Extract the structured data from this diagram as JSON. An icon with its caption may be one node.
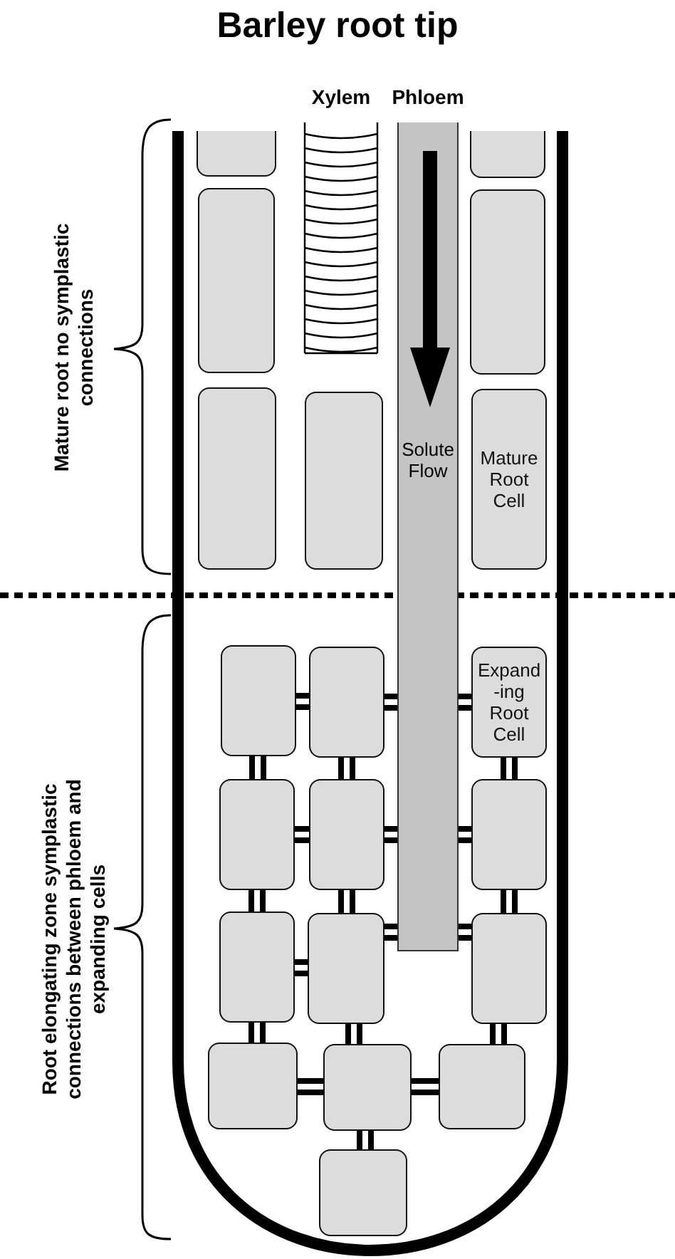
{
  "diagram": {
    "title": "Barley root tip",
    "nodes": [
      {
        "text": [
          "Xylem"
        ]
      },
      {
        "text": [
          "Phloem",
          "Solute Flow"
        ]
      },
      {
        "text": [],
        "shape": "box"
      },
      {
        "text": [],
        "shape": "box"
      },
      {
        "text": [],
        "shape": "box"
      },
      {
        "text": [],
        "shape": "box"
      },
      {
        "text": [],
        "shape": "box"
      },
      {
        "text": [],
        "shape": "box"
      },
      {
        "text": [
          "Mature Root Cell"
        ]
      },
      {
        "text": [],
        "shape": "box"
      },
      {
        "text": [],
        "shape": "box"
      },
      {
        "text": [
          "Expand -ing Root Cell"
        ]
      },
      {
        "text": [],
        "shape": "box"
      },
      {
        "text": [],
        "shape": "box"
      },
      {
        "text": [],
        "shape": "box"
      },
      {
        "text": [],
        "shape": "box"
      },
      {
        "text": [],
        "shape": "box"
      },
      {
        "text": [],
        "shape": "box"
      },
      {
        "text": [],
        "shape": "box"
      },
      {
        "text": [],
        "shape": "box"
      },
      {
        "text": [],
        "shape": "box"
      },
      {
        "text": [],
        "shape": "box"
      }
    ],
    "edges": [
      {
        "from": 9,
        "to": 10,
        "arrow": "none"
      },
      {
        "from": 10,
        "to": 1,
        "arrow": "none"
      },
      {
        "from": 1,
        "to": 11,
        "arrow": "none"
      },
      {
        "from": 9,
        "to": 12,
        "arrow": "none"
      },
      {
        "from": 10,
        "to": 13,
        "arrow": "none"
      },
      {
        "from": 11,
        "to": 14,
        "arrow": "none"
      },
      {
        "from": 12,
        "to": 13,
        "arrow": "none"
      },
      {
        "from": 13,
        "to": 1,
        "arrow": "none"
      },
      {
        "from": 1,
        "to": 14,
        "arrow": "none"
      },
      {
        "from": 12,
        "to": 15,
        "arrow": "none"
      },
      {
        "from": 13,
        "to": 16,
        "arrow": "none"
      },
      {
        "from": 14,
        "to": 17,
        "arrow": "none"
      },
      {
        "from": 15,
        "to": 16,
        "arrow": "none"
      },
      {
        "from": 16,
        "to": 1,
        "arrow": "none"
      },
      {
        "from": 1,
        "to": 17,
        "arrow": "none"
      },
      {
        "from": 15,
        "to": 18,
        "arrow": "none"
      },
      {
        "from": 16,
        "to": 19,
        "arrow": "none"
      },
      {
        "from": 17,
        "to": 20,
        "arrow": "none"
      },
      {
        "from": 18,
        "to": 19,
        "arrow": "none"
      },
      {
        "from": 19,
        "to": 20,
        "arrow": "none"
      },
      {
        "from": 19,
        "to": 21,
        "arrow": "none"
      }
    ],
    "labels": [
      "Mature root no symplastic connections",
      "Root elongating zone symplastic connections between phloem and expanding cells"
    ]
  }
}
